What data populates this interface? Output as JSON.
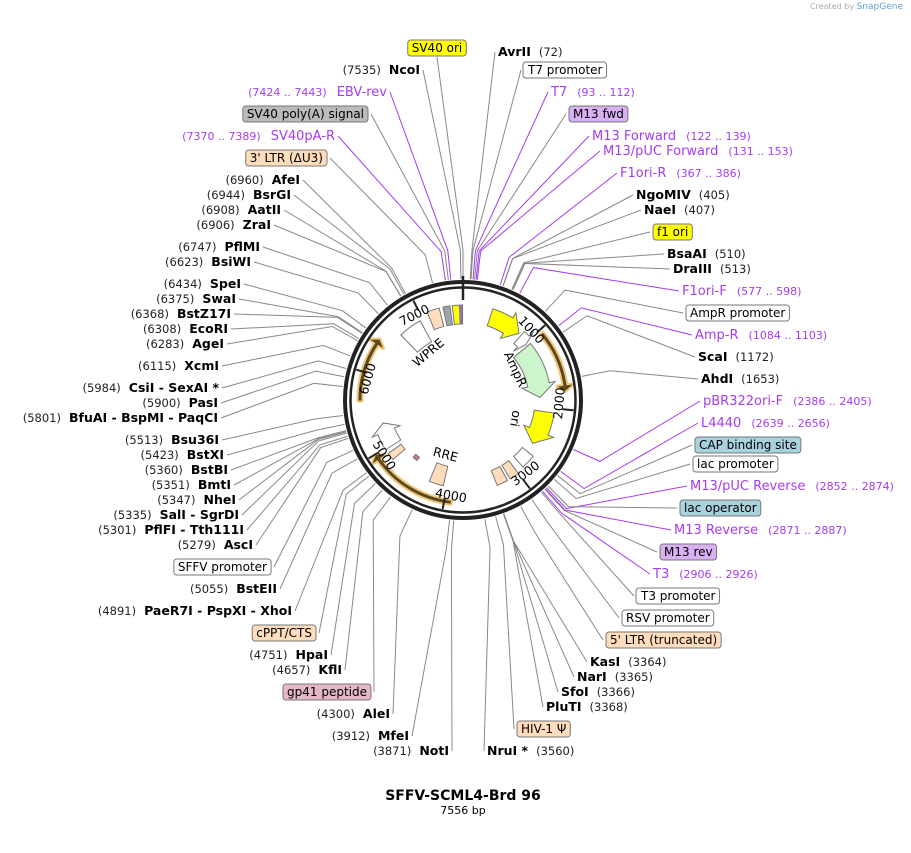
{
  "credit": {
    "prefix": "Created by",
    "brand": "SnapGene"
  },
  "plasmid": {
    "name": "SFFV-SCML4-Brd 96",
    "length_label": "7556 bp",
    "length_bp": 7556
  },
  "colors": {
    "primer": "#a53cf0",
    "ring": "#222222",
    "orf": "#f3c77a",
    "leader": "#888888"
  },
  "ticks": [
    "1000",
    "2000",
    "3000",
    "4000",
    "5000",
    "6000",
    "7000"
  ],
  "inner_labels": [
    "WPRE",
    "AmpR",
    "ori",
    "RRE"
  ],
  "labels": [
    {
      "kind": "feature",
      "text": "SV40 ori",
      "bp": 7556,
      "fill": "#ffff00"
    },
    {
      "kind": "enzyme",
      "name": "AvrII",
      "pos": "(72)",
      "bp": 72
    },
    {
      "kind": "feature",
      "text": "T7 promoter",
      "bp": 80,
      "fill": "#ffffff"
    },
    {
      "kind": "primer",
      "name": "T7",
      "range": "(93 .. 112)",
      "bp": 100
    },
    {
      "kind": "feature",
      "text": "M13 fwd",
      "bp": 115,
      "fill": "#d9b0f2"
    },
    {
      "kind": "primer",
      "name": "M13 Forward",
      "range": "(122 .. 139)",
      "bp": 130
    },
    {
      "kind": "primer",
      "name": "M13/pUC Forward",
      "range": "(131 .. 153)",
      "bp": 142
    },
    {
      "kind": "primer",
      "name": "F1ori-R",
      "range": "(367 .. 386)",
      "bp": 376
    },
    {
      "kind": "enzyme",
      "name": "NgoMIV",
      "pos": "(405)",
      "bp": 405
    },
    {
      "kind": "enzyme",
      "name": "NaeI",
      "pos": "(407)",
      "bp": 407
    },
    {
      "kind": "feature",
      "text": "f1 ori",
      "bp": 500,
      "fill": "#ffff00"
    },
    {
      "kind": "enzyme",
      "name": "BsaAI",
      "pos": "(510)",
      "bp": 510
    },
    {
      "kind": "enzyme",
      "name": "DraIII",
      "pos": "(513)",
      "bp": 513
    },
    {
      "kind": "primer",
      "name": "F1ori-F",
      "range": "(577 .. 598)",
      "bp": 588
    },
    {
      "kind": "feature",
      "text": "AmpR promoter",
      "bp": 900,
      "fill": "#ffffff"
    },
    {
      "kind": "primer",
      "name": "Amp-R",
      "range": "(1084 .. 1103)",
      "bp": 1094
    },
    {
      "kind": "enzyme",
      "name": "ScaI",
      "pos": "(1172)",
      "bp": 1172
    },
    {
      "kind": "enzyme",
      "name": "AhdI",
      "pos": "(1653)",
      "bp": 1653
    },
    {
      "kind": "primer",
      "name": "pBR322ori-F",
      "range": "(2386 .. 2405)",
      "bp": 2396
    },
    {
      "kind": "primer",
      "name": "L4440",
      "range": "(2639 .. 2656)",
      "bp": 2648
    },
    {
      "kind": "feature",
      "text": "CAP binding site",
      "bp": 2700,
      "fill": "#a8d2dc"
    },
    {
      "kind": "feature",
      "text": "lac promoter",
      "bp": 2750,
      "fill": "#ffffff"
    },
    {
      "kind": "primer",
      "name": "M13/pUC Reverse",
      "range": "(2852 .. 2874)",
      "bp": 2863
    },
    {
      "kind": "feature",
      "text": "lac operator",
      "bp": 2840,
      "fill": "#a8d2dc"
    },
    {
      "kind": "primer",
      "name": "M13 Reverse",
      "range": "(2871 .. 2887)",
      "bp": 2879
    },
    {
      "kind": "feature",
      "text": "M13 rev",
      "bp": 2885,
      "fill": "#d9b0f2"
    },
    {
      "kind": "primer",
      "name": "T3",
      "range": "(2906 .. 2926)",
      "bp": 2916
    },
    {
      "kind": "feature",
      "text": "T3 promoter",
      "bp": 2930,
      "fill": "#ffffff"
    },
    {
      "kind": "feature",
      "text": "RSV promoter",
      "bp": 3050,
      "fill": "#ffffff"
    },
    {
      "kind": "feature",
      "text": "5' LTR (truncated)",
      "bp": 3180,
      "fill": "#ffdcbc"
    },
    {
      "kind": "enzyme",
      "name": "KasI",
      "pos": "(3364)",
      "bp": 3364
    },
    {
      "kind": "enzyme",
      "name": "NarI",
      "pos": "(3365)",
      "bp": 3365
    },
    {
      "kind": "enzyme",
      "name": "SfoI",
      "pos": "(3366)",
      "bp": 3366
    },
    {
      "kind": "enzyme",
      "name": "PluTI",
      "pos": "(3368)",
      "bp": 3368
    },
    {
      "kind": "feature",
      "text": "HIV-1 Ψ",
      "bp": 3450,
      "fill": "#ffdcbc"
    },
    {
      "kind": "enzyme",
      "name": "NruI *",
      "pos": "(3560)",
      "bp": 3560
    },
    {
      "kind": "enzyme",
      "name": "NotI",
      "pos": "(3871)",
      "bp": 3871
    },
    {
      "kind": "enzyme",
      "name": "MfeI",
      "pos": "(3912)",
      "bp": 3912
    },
    {
      "kind": "enzyme",
      "name": "AleI",
      "pos": "(4300)",
      "bp": 4300
    },
    {
      "kind": "feature",
      "text": "gp41 peptide",
      "bp": 4550,
      "fill": "#e4b6c8"
    },
    {
      "kind": "enzyme",
      "name": "KflI",
      "pos": "(4657)",
      "bp": 4657
    },
    {
      "kind": "enzyme",
      "name": "HpaI",
      "pos": "(4751)",
      "bp": 4751
    },
    {
      "kind": "feature",
      "text": "cPPT/CTS",
      "bp": 4850,
      "fill": "#ffdcbc"
    },
    {
      "kind": "enzyme",
      "name": "PaeR7I  - PspXI  - XhoI",
      "pos": "(4891)",
      "bp": 4891
    },
    {
      "kind": "enzyme",
      "name": "BstEII",
      "pos": "(5055)",
      "bp": 5055
    },
    {
      "kind": "feature",
      "text": "SFFV promoter",
      "bp": 5150,
      "fill": "#ffffff"
    },
    {
      "kind": "enzyme",
      "name": "AscI",
      "pos": "(5279)",
      "bp": 5279
    },
    {
      "kind": "enzyme",
      "name": "PflFI  - Tth111I",
      "pos": "(5301)",
      "bp": 5301
    },
    {
      "kind": "enzyme",
      "name": "SalI  - SgrDI",
      "pos": "(5335)",
      "bp": 5335
    },
    {
      "kind": "enzyme",
      "name": "NheI",
      "pos": "(5347)",
      "bp": 5347
    },
    {
      "kind": "enzyme",
      "name": "BmtI",
      "pos": "(5351)",
      "bp": 5351
    },
    {
      "kind": "enzyme",
      "name": "BstBI",
      "pos": "(5360)",
      "bp": 5360
    },
    {
      "kind": "enzyme",
      "name": "BstXI",
      "pos": "(5423)",
      "bp": 5423
    },
    {
      "kind": "enzyme",
      "name": "Bsu36I",
      "pos": "(5513)",
      "bp": 5513
    },
    {
      "kind": "enzyme",
      "name": "BfuAI  - BspMI  - PaqCI",
      "pos": "(5801)",
      "bp": 5801
    },
    {
      "kind": "enzyme",
      "name": "PasI",
      "pos": "(5900)",
      "bp": 5900
    },
    {
      "kind": "enzyme",
      "name": "CsiI  - SexAI *",
      "pos": "(5984)",
      "bp": 5984
    },
    {
      "kind": "enzyme",
      "name": "XcmI",
      "pos": "(6115)",
      "bp": 6115
    },
    {
      "kind": "enzyme",
      "name": "AgeI",
      "pos": "(6283)",
      "bp": 6283
    },
    {
      "kind": "enzyme",
      "name": "EcoRI",
      "pos": "(6308)",
      "bp": 6308
    },
    {
      "kind": "enzyme",
      "name": "BstZ17I",
      "pos": "(6368)",
      "bp": 6368
    },
    {
      "kind": "enzyme",
      "name": "SwaI",
      "pos": "(6375)",
      "bp": 6375
    },
    {
      "kind": "enzyme",
      "name": "SpeI",
      "pos": "(6434)",
      "bp": 6434
    },
    {
      "kind": "enzyme",
      "name": "BsiWI",
      "pos": "(6623)",
      "bp": 6623
    },
    {
      "kind": "enzyme",
      "name": "PflMI",
      "pos": "(6747)",
      "bp": 6747
    },
    {
      "kind": "enzyme",
      "name": "ZraI",
      "pos": "(6906)",
      "bp": 6906
    },
    {
      "kind": "enzyme",
      "name": "AatII",
      "pos": "(6908)",
      "bp": 6908
    },
    {
      "kind": "enzyme",
      "name": "BsrGI",
      "pos": "(6944)",
      "bp": 6944
    },
    {
      "kind": "enzyme",
      "name": "AfeI",
      "pos": "(6960)",
      "bp": 6960
    },
    {
      "kind": "feature",
      "text": "3' LTR (ΔU3)",
      "bp": 7250,
      "fill": "#ffdcbc"
    },
    {
      "kind": "primer",
      "name": "SV40pA-R",
      "range": "(7370 .. 7389)",
      "bp": 7380
    },
    {
      "kind": "feature",
      "text": "SV40 poly(A) signal",
      "bp": 7410,
      "fill": "#bbbbbb"
    },
    {
      "kind": "primer",
      "name": "EBV-rev",
      "range": "(7424 .. 7443)",
      "bp": 7434
    },
    {
      "kind": "enzyme",
      "name": "NcoI",
      "pos": "(7535)",
      "bp": 7535
    }
  ]
}
